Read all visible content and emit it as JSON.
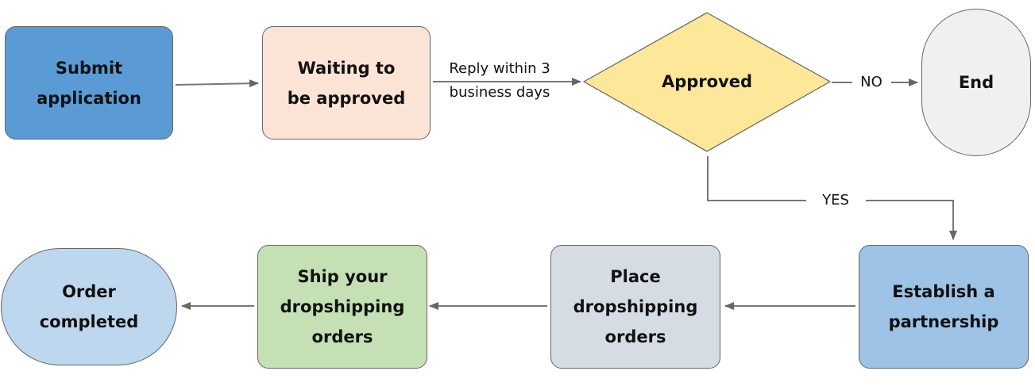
{
  "nodes": {
    "submit": {
      "line1": "Submit",
      "line2": "application",
      "color": "#5b9bd5"
    },
    "waiting": {
      "line1": "Waiting to",
      "line2": "be approved",
      "color": "#fbe3d6"
    },
    "approved": {
      "label": "Approved",
      "color": "#fde798"
    },
    "end": {
      "label": "End",
      "color": "#f0f0f0"
    },
    "establish": {
      "line1": "Establish a",
      "line2": "partnership",
      "color": "#9dc3e6"
    },
    "place": {
      "line1": "Place",
      "line2": "dropshipping",
      "line3": "orders",
      "color": "#d6dce4"
    },
    "ship": {
      "line1": "Ship your",
      "line2": "dropshipping",
      "line3": "orders",
      "color": "#c5e0b4"
    },
    "completed": {
      "line1": "Order",
      "line2": "completed",
      "color": "#bdd7ee"
    }
  },
  "edges": {
    "reply": {
      "line1": "Reply within 3",
      "line2": "business days"
    },
    "no": "NO",
    "yes": "YES"
  }
}
